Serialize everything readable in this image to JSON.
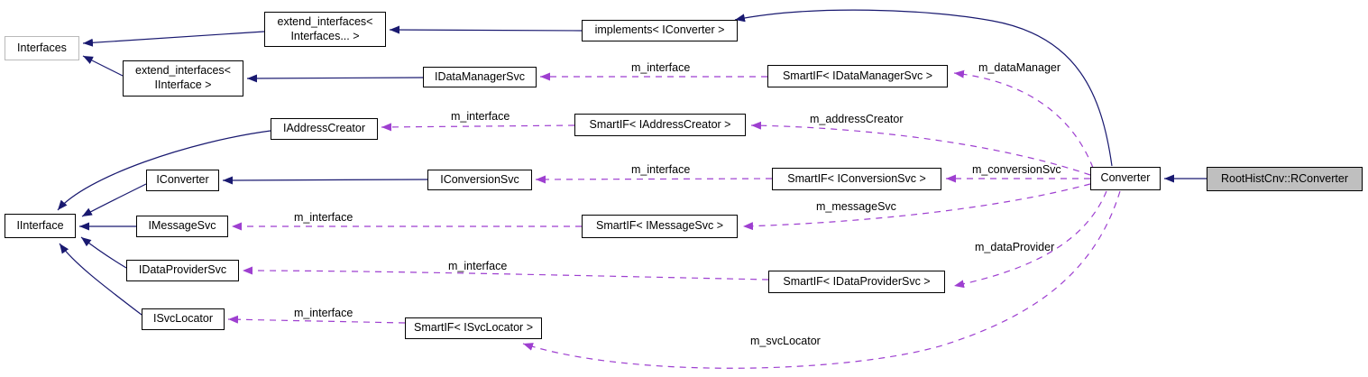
{
  "diagram": {
    "kind": "collaboration-graph",
    "colors": {
      "inheritance_edge": "#191970",
      "usage_edge": "#9e3fd0",
      "node_border": "#000000",
      "node_background": "#ffffff",
      "highlight_background": "#bfbfbf",
      "muted_border": "#b9b9b9"
    },
    "nodes": [
      {
        "id": "interfaces",
        "label": "Interfaces"
      },
      {
        "id": "extend-interfaces-variadic",
        "label": "extend_interfaces<\nInterfaces... >"
      },
      {
        "id": "extend-interfaces-iinterface",
        "label": "extend_interfaces<\nIInterface >"
      },
      {
        "id": "implements-iconverter",
        "label": "implements< IConverter >"
      },
      {
        "id": "idatamanagersvc",
        "label": "IDataManagerSvc"
      },
      {
        "id": "smartif-idatamanagersvc",
        "label": "SmartIF< IDataManagerSvc >"
      },
      {
        "id": "iaddresscreator",
        "label": "IAddressCreator"
      },
      {
        "id": "smartif-iaddresscreator",
        "label": "SmartIF< IAddressCreator >"
      },
      {
        "id": "iconverter",
        "label": "IConverter"
      },
      {
        "id": "iconversionsvc",
        "label": "IConversionSvc"
      },
      {
        "id": "smartif-iconversionsvc",
        "label": "SmartIF< IConversionSvc >"
      },
      {
        "id": "converter",
        "label": "Converter"
      },
      {
        "id": "roothistcnv-rconverter",
        "label": "RootHistCnv::RConverter"
      },
      {
        "id": "iinterface",
        "label": "IInterface"
      },
      {
        "id": "imessagesvc",
        "label": "IMessageSvc"
      },
      {
        "id": "smartif-imessagesvc",
        "label": "SmartIF< IMessageSvc >"
      },
      {
        "id": "idataprovidersvc",
        "label": "IDataProviderSvc"
      },
      {
        "id": "smartif-idataprovidersvc",
        "label": "SmartIF< IDataProviderSvc >"
      },
      {
        "id": "isvclocator",
        "label": "ISvcLocator"
      },
      {
        "id": "smartif-isvclocator",
        "label": "SmartIF< ISvcLocator >"
      }
    ],
    "edge_labels": [
      {
        "id": "m-interface-datamanager",
        "text": "m_interface"
      },
      {
        "id": "m-interface-addresscreator",
        "text": "m_interface"
      },
      {
        "id": "m-interface-conversionsvc",
        "text": "m_interface"
      },
      {
        "id": "m-interface-messagesvc",
        "text": "m_interface"
      },
      {
        "id": "m-interface-dataprovider",
        "text": "m_interface"
      },
      {
        "id": "m-interface-svclocator",
        "text": "m_interface"
      },
      {
        "id": "m-datamanager",
        "text": "m_dataManager"
      },
      {
        "id": "m-addresscreator",
        "text": "m_addressCreator"
      },
      {
        "id": "m-conversionsvc",
        "text": "m_conversionSvc"
      },
      {
        "id": "m-messagesvc",
        "text": "m_messageSvc"
      },
      {
        "id": "m-dataprovider",
        "text": "m_dataProvider"
      },
      {
        "id": "m-svclocator",
        "text": "m_svcLocator"
      }
    ]
  }
}
